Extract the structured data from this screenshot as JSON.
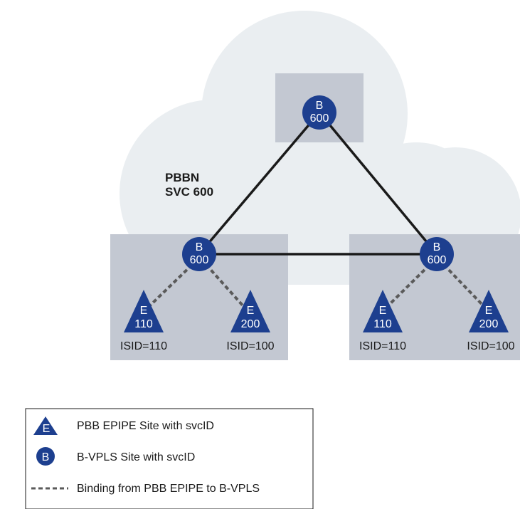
{
  "network": {
    "label_line1": "PBBN",
    "label_line2": "SVC 600"
  },
  "bvpls_nodes": [
    {
      "id": "top",
      "letter": "B",
      "svc": "600"
    },
    {
      "id": "left",
      "letter": "B",
      "svc": "600"
    },
    {
      "id": "right",
      "letter": "B",
      "svc": "600"
    }
  ],
  "epipe_sites": [
    {
      "letter": "E",
      "svc": "110",
      "isid": "ISID=110"
    },
    {
      "letter": "E",
      "svc": "200",
      "isid": "ISID=100"
    },
    {
      "letter": "E",
      "svc": "110",
      "isid": "ISID=110"
    },
    {
      "letter": "E",
      "svc": "200",
      "isid": "ISID=100"
    }
  ],
  "legend": {
    "epipe_symbol": "E",
    "epipe_label": "PBB EPIPE Site with svcID",
    "bvpls_symbol": "B",
    "bvpls_label": "B-VPLS Site with svcID",
    "binding_label": "Binding from PBB EPIPE to B-VPLS"
  },
  "colors": {
    "cloud": "#eaeef1",
    "site_box": "#c3c8d2",
    "node": "#1d3f8f",
    "link": "#1a1a1a",
    "binding": "#5a5a5a"
  }
}
